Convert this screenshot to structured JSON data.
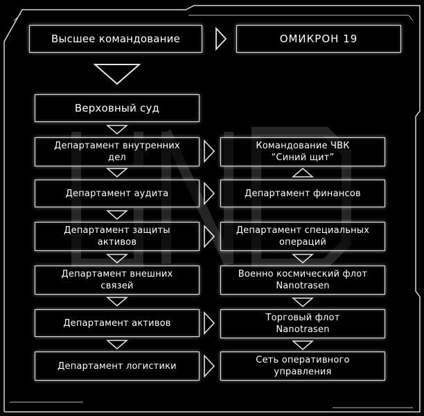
{
  "top": {
    "high_command": "Высшее командование",
    "omicron": "ОМИКРОН 19"
  },
  "left_column": [
    {
      "id": "supreme-court",
      "label": "Верховный суд"
    },
    {
      "id": "internal-affairs",
      "label": "Департамент  внутренних\nдел"
    },
    {
      "id": "audit",
      "label": "Департамент аудита"
    },
    {
      "id": "asset-protection",
      "label": "Департамент защиты\nактивов"
    },
    {
      "id": "external-relations",
      "label": "Департамент внешних\nсвязей"
    },
    {
      "id": "assets",
      "label": "Департамент активов"
    },
    {
      "id": "logistics",
      "label": "Департамент логистики"
    }
  ],
  "right_column": [
    {
      "id": "pmc-command",
      "label": "Командование ЧВК\n“Синий щит”"
    },
    {
      "id": "finance",
      "label": "Департамент финансов"
    },
    {
      "id": "special-ops",
      "label": "Департамент специальных\nопераций"
    },
    {
      "id": "space-fleet",
      "label": "Военно космический флот\nNanotrasen"
    },
    {
      "id": "trade-fleet",
      "label": "Торговый флот\nNanotrasen"
    },
    {
      "id": "ops-network",
      "label": "Сеть оперативного\nуправления"
    }
  ]
}
